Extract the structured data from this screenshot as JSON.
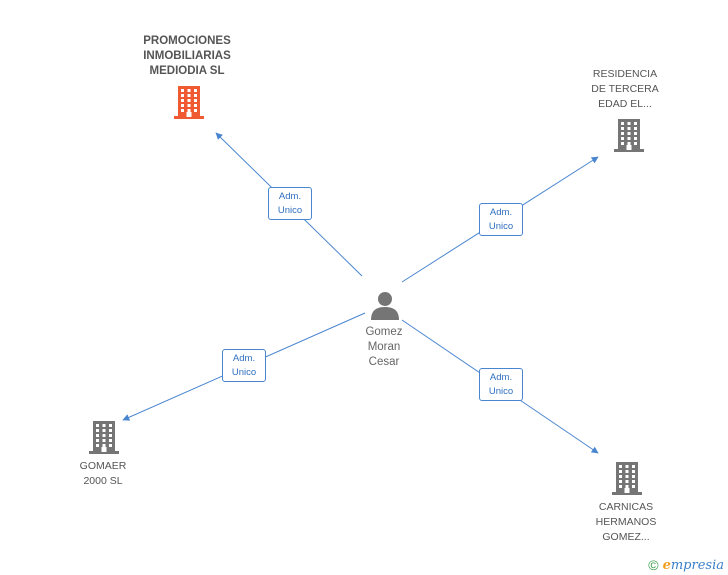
{
  "colors": {
    "edge": "#4a86d0",
    "main_company": "#f05a32",
    "company": "#757575",
    "person": "#757575"
  },
  "center": {
    "name_lines": [
      "Gomez",
      "Moran",
      "Cesar"
    ],
    "icon": "person-icon"
  },
  "companies": [
    {
      "id": "promociones",
      "lines": [
        "PROMOCIONES",
        "INMOBILIARIAS",
        "MEDIODIA SL"
      ],
      "main": true,
      "icon": "building-icon"
    },
    {
      "id": "residencia",
      "lines": [
        "RESIDENCIA",
        "DE TERCERA",
        "EDAD EL..."
      ],
      "main": false,
      "icon": "building-icon"
    },
    {
      "id": "gomaer",
      "lines": [
        "GOMAER",
        "2000 SL"
      ],
      "main": false,
      "icon": "building-icon"
    },
    {
      "id": "carnicas",
      "lines": [
        "CARNICAS",
        "HERMANOS",
        "GOMEZ..."
      ],
      "main": false,
      "icon": "building-icon"
    }
  ],
  "edges": [
    {
      "to": "promociones",
      "label_lines": [
        "Adm.",
        "Unico"
      ]
    },
    {
      "to": "residencia",
      "label_lines": [
        "Adm.",
        "Unico"
      ]
    },
    {
      "to": "gomaer",
      "label_lines": [
        "Adm.",
        "Unico"
      ]
    },
    {
      "to": "carnicas",
      "label_lines": [
        "Adm.",
        "Unico"
      ]
    }
  ],
  "footer": {
    "copyright_symbol": "©",
    "brand_first": "e",
    "brand_rest": "mpresia"
  }
}
